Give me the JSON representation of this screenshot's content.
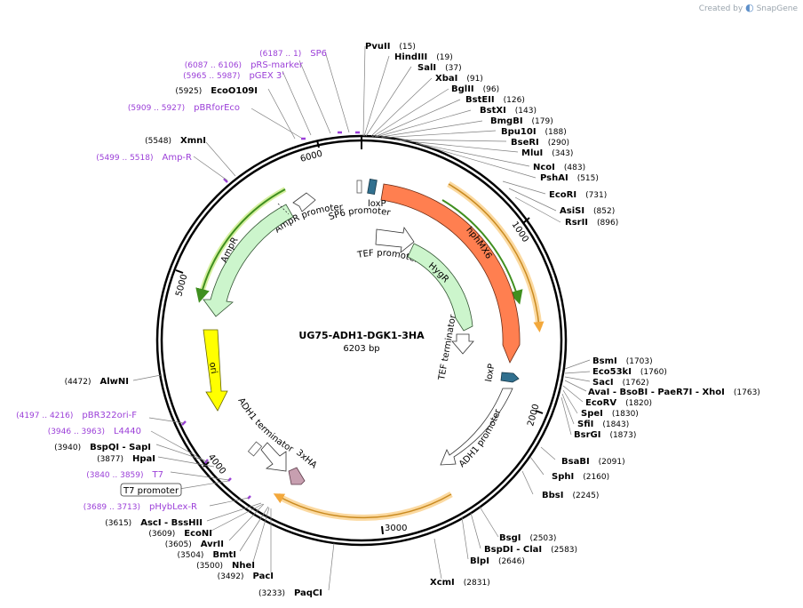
{
  "brand": {
    "created_by": "Created by",
    "logo": "SnapGene"
  },
  "plasmid": {
    "name": "UG75-ADH1-DGK1-3HA",
    "length": "6203 bp"
  },
  "ticks": [
    "1000",
    "2000",
    "3000",
    "4000",
    "5000",
    "6000"
  ],
  "enzymes_right": [
    {
      "name": "PvuII",
      "pos": "(15)"
    },
    {
      "name": "HindIII",
      "pos": "(19)"
    },
    {
      "name": "SalI",
      "pos": "(37)"
    },
    {
      "name": "XbaI",
      "pos": "(91)"
    },
    {
      "name": "BglII",
      "pos": "(96)"
    },
    {
      "name": "BstEII",
      "pos": "(126)"
    },
    {
      "name": "BstXI",
      "pos": "(143)"
    },
    {
      "name": "BmgBI",
      "pos": "(179)"
    },
    {
      "name": "Bpu10I",
      "pos": "(188)"
    },
    {
      "name": "BseRI",
      "pos": "(290)"
    },
    {
      "name": "MluI",
      "pos": "(343)"
    },
    {
      "name": "NcoI",
      "pos": "(483)"
    },
    {
      "name": "PshAI",
      "pos": "(515)"
    },
    {
      "name": "EcoRI",
      "pos": "(731)"
    },
    {
      "name": "AsiSI",
      "pos": "(852)"
    },
    {
      "name": "RsrII",
      "pos": "(896)"
    },
    {
      "name": "BsmI",
      "pos": "(1703)"
    },
    {
      "name": "Eco53kI",
      "pos": "(1760)"
    },
    {
      "name": "SacI",
      "pos": "(1762)"
    },
    {
      "name": "AvaI - BsoBI - PaeR7I - XhoI",
      "pos": "(1763)"
    },
    {
      "name": "EcoRV",
      "pos": "(1820)"
    },
    {
      "name": "SpeI",
      "pos": "(1830)"
    },
    {
      "name": "SfiI",
      "pos": "(1843)"
    },
    {
      "name": "BsrGI",
      "pos": "(1873)"
    },
    {
      "name": "BsaBI",
      "pos": "(2091)"
    },
    {
      "name": "SphI",
      "pos": "(2160)"
    },
    {
      "name": "BbsI",
      "pos": "(2245)"
    },
    {
      "name": "BsgI",
      "pos": "(2503)"
    },
    {
      "name": "BspDI - ClaI",
      "pos": "(2583)"
    },
    {
      "name": "BlpI",
      "pos": "(2646)"
    },
    {
      "name": "XcmI",
      "pos": "(2831)"
    }
  ],
  "enzymes_left": [
    {
      "name": "EcoO109I",
      "pos": "(5925)"
    },
    {
      "name": "XmnI",
      "pos": "(5548)"
    },
    {
      "name": "AlwNI",
      "pos": "(4472)"
    },
    {
      "name": "BspQI - SapI",
      "pos": "(3940)"
    },
    {
      "name": "HpaI",
      "pos": "(3877)"
    },
    {
      "name": "AscI - BssHII",
      "pos": "(3615)"
    },
    {
      "name": "EcoNI",
      "pos": "(3609)"
    },
    {
      "name": "AvrII",
      "pos": "(3605)"
    },
    {
      "name": "BmtI",
      "pos": "(3504)"
    },
    {
      "name": "NheI",
      "pos": "(3500)"
    },
    {
      "name": "PacI",
      "pos": "(3492)"
    },
    {
      "name": "PaqCI",
      "pos": "(3233)"
    }
  ],
  "primers": [
    {
      "name": "SP6",
      "pos": "(6187 .. 1)"
    },
    {
      "name": "pRS-marker",
      "pos": "(6087 .. 6106)"
    },
    {
      "name": "pGEX 3'",
      "pos": "(5965 .. 5987)"
    },
    {
      "name": "pBRforEco",
      "pos": "(5909 .. 5927)"
    },
    {
      "name": "Amp-R",
      "pos": "(5499 .. 5518)"
    },
    {
      "name": "pBR322ori-F",
      "pos": "(4197 .. 4216)"
    },
    {
      "name": "L4440",
      "pos": "(3946 .. 3963)"
    },
    {
      "name": "T7",
      "pos": "(3840 .. 3859)"
    },
    {
      "name": "pHybLex-R",
      "pos": "(3689 .. 3713)"
    }
  ],
  "boxed_feature": "T7 promoter",
  "features": {
    "hphmx6": "hphMX6",
    "hygr": "HygR",
    "tef_promoter": "TEF promoter",
    "tef_terminator": "TEF terminator",
    "loxp_top": "loxP",
    "loxp_right": "loxP",
    "sp6_promoter": "SP6 promoter",
    "ampr_promoter": "AmpR promoter",
    "ampr": "AmpR",
    "ori": "ori",
    "adh1_terminator": "ADH1 terminator",
    "tag3xha": "3xHA",
    "adh1_promoter": "ADH1 promoter"
  },
  "colors": {
    "hphmx6": "#FF7F50",
    "hygr": "#CCF5CC",
    "ampr": "#CCF5CC",
    "ori": "#FFFF00",
    "loxp": "#31708F",
    "tag": "#C79FB0",
    "primer": "#9B3FD8",
    "annotation_orange": "#F3A83B",
    "annotation_green": "#3F8F1F"
  }
}
